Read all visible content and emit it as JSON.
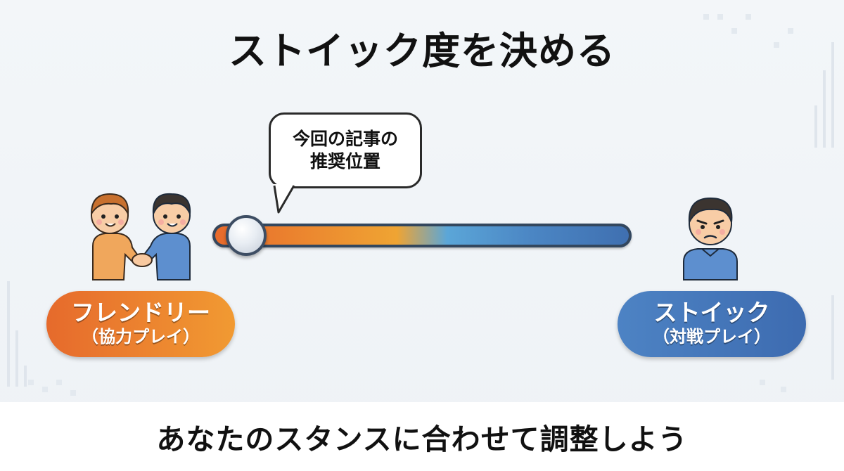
{
  "title": "ストイック度を決める",
  "bubble": {
    "line1": "今回の記事の",
    "line2": "推奨位置"
  },
  "slider": {
    "level_percent": 8,
    "colors": {
      "friendly": "#e8692b",
      "middle": "#efa433",
      "stoic": "#3f6fb0"
    }
  },
  "left": {
    "label": "フレンドリー",
    "sub": "（協力プレイ）",
    "icon": "handshake-people-icon",
    "color": "#e66a2c"
  },
  "right": {
    "label": "ストイック",
    "sub": "（対戦プレイ）",
    "icon": "stern-person-icon",
    "color": "#4d83c4"
  },
  "footer": "あなたのスタンスに合わせて調整しよう"
}
